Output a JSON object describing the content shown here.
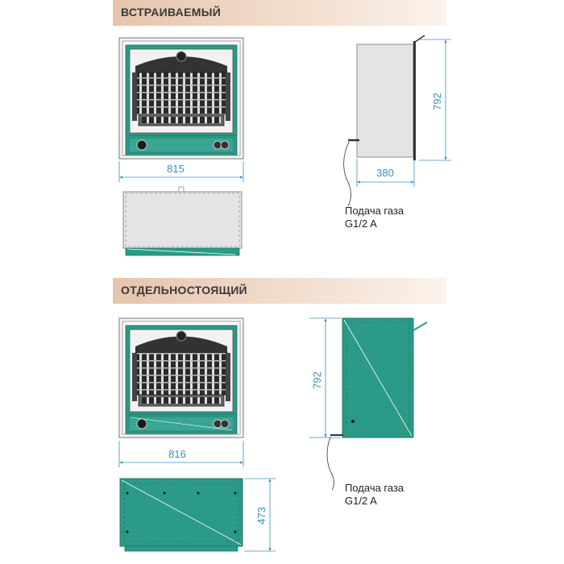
{
  "sections": [
    {
      "title": "ВСТРАИВАЕМЫЙ",
      "front_width": "815",
      "side_height": "792",
      "side_depth": "380",
      "gas_label_line1": "Подача газа",
      "gas_label_line2": "G1/2 A"
    },
    {
      "title": "ОТДЕЛЬНОСТОЯЩИЙ",
      "front_width": "816",
      "side_height": "792",
      "top_depth": "473",
      "gas_label_line1": "Подача газа",
      "gas_label_line2": "G1/2 A"
    }
  ],
  "colors": {
    "teal": "#2b9a87",
    "teal_dark": "#1f7a6a",
    "dimension_blue": "#3c8fb6",
    "panel_grey": "#e4e4e4",
    "frame_grey": "#8c8c8c",
    "grate_dark": "#2a2a2a",
    "band_left": "#e6c4ac"
  }
}
